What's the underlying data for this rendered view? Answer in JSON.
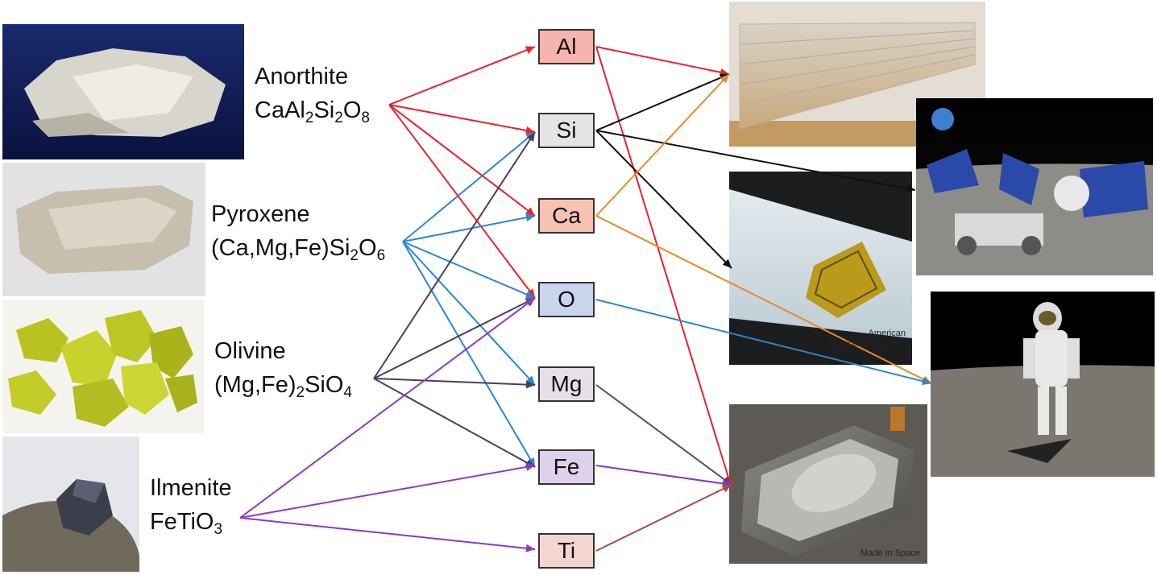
{
  "minerals": [
    {
      "name": "Anorthite",
      "formula": [
        [
          "t",
          "CaAl"
        ],
        [
          "s",
          "2"
        ],
        [
          "t",
          "Si"
        ],
        [
          "s",
          "2"
        ],
        [
          "t",
          "O"
        ],
        [
          "s",
          "8"
        ]
      ]
    },
    {
      "name": "Pyroxene",
      "formula": [
        [
          "t",
          "(Ca,Mg,Fe)Si"
        ],
        [
          "s",
          "2"
        ],
        [
          "t",
          "O"
        ],
        [
          "s",
          "6"
        ]
      ]
    },
    {
      "name": "Olivine",
      "formula": [
        [
          "t",
          "(Mg,Fe)"
        ],
        [
          "s",
          "2"
        ],
        [
          "t",
          "SiO"
        ],
        [
          "s",
          "4"
        ]
      ]
    },
    {
      "name": "Ilmenite",
      "formula": [
        [
          "t",
          "FeTiO"
        ],
        [
          "s",
          "3"
        ]
      ]
    }
  ],
  "elements": [
    {
      "symbol": "Al",
      "color": "#f5b4ae"
    },
    {
      "symbol": "Si",
      "color": "#e4e4e4"
    },
    {
      "symbol": "Ca",
      "color": "#f7c2b2"
    },
    {
      "symbol": "O",
      "color": "#cad4ec"
    },
    {
      "symbol": "Mg",
      "color": "#e6e0e6"
    },
    {
      "symbol": "Fe",
      "color": "#ddd2ea"
    },
    {
      "symbol": "Ti",
      "color": "#f3d6d0"
    }
  ],
  "photo_credits": {
    "semiconductor": [
      "American",
      "Semiconductor, Inc."
    ],
    "made_in_space": "Made In Space"
  },
  "link_colors": {
    "anorthite": "#e8232a",
    "pyroxene": "#2a86cf",
    "olivine": "#4a3d5e",
    "ilmenite": "#8a3cbf",
    "silicon": "#111111",
    "calcium": "#e98a2a",
    "oxygen": "#2a86cf",
    "magnesium": "#5a4a72",
    "iron": "#7a3cbf",
    "titanium": "#a84a4a"
  }
}
